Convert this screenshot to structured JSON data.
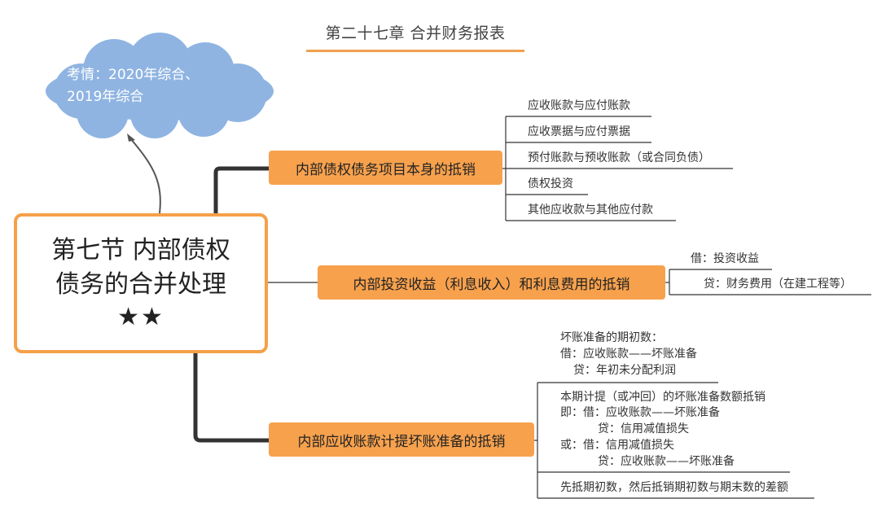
{
  "chapter_title": "第二十七章 合并财务报表",
  "callout": {
    "line1": "考情：2020年综合、",
    "line2": "2019年综合"
  },
  "root": {
    "line1": "第七节 内部债权",
    "line2": "债务的合并处理",
    "stars": "★★"
  },
  "branches": [
    {
      "label": "内部债权债务项目本身的抵销",
      "items": [
        "应收账款与应付账款",
        "应收票据与应付票据",
        "预付账款与预收账款（或合同负债）",
        "债权投资",
        "其他应收款与其他应付款"
      ]
    },
    {
      "label": "内部投资收益（利息收入）和利息费用的抵销",
      "items": [
        "借：投资收益",
        "贷：财务费用（在建工程等）"
      ]
    },
    {
      "label": "内部应收账款计提坏账准备的抵销",
      "group1": [
        "坏账准备的期初数：",
        "借：应收账款——坏账准备",
        "贷：年初未分配利润"
      ],
      "group2": [
        "本期计提（或冲回）的坏账准备数额抵销",
        "即：借：应收账款——坏账准备",
        "贷：信用减值损失",
        "或：借：信用减值损失",
        "贷：应收账款——坏账准备"
      ],
      "group3": "先抵期初数，然后抵销期初数与期末数的差额"
    }
  ],
  "colors": {
    "accent": "#f7a14d",
    "root_border": "#f5a04a",
    "cloud": "#8fb4e2",
    "line": "#333333"
  }
}
